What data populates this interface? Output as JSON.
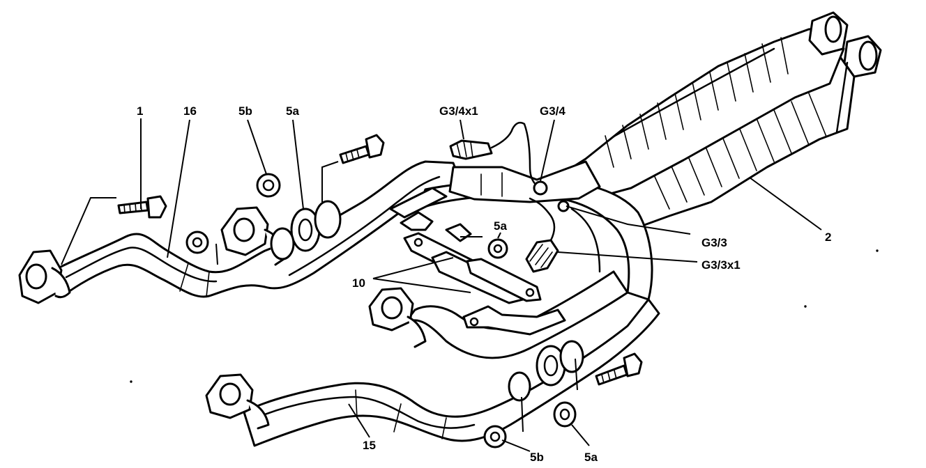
{
  "labels": {
    "l1": "1",
    "l16": "16",
    "l5b_top": "5b",
    "l5a_top": "5a",
    "lG34x1": "G3/4x1",
    "lG34": "G3/4",
    "l2": "2",
    "lG33": "G3/3",
    "lG33x1": "G3/3x1",
    "l5a_mid": "5a",
    "l10": "10",
    "l15": "15",
    "l5b_bot": "5b",
    "l5a_bot": "5a"
  }
}
